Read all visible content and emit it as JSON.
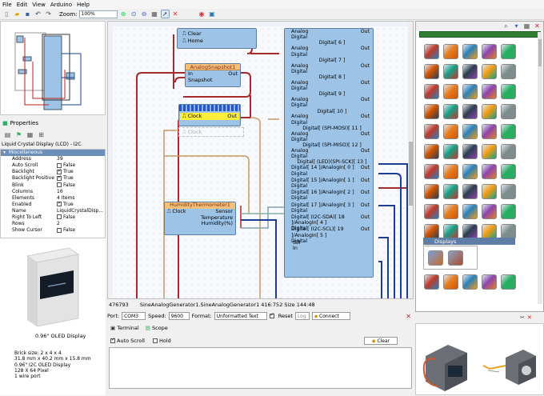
{
  "menu": [
    "File",
    "Edit",
    "View",
    "Arduino",
    "Help"
  ],
  "toolbar": {
    "zoom_label": "Zoom:",
    "zoom_value": "100%"
  },
  "properties": {
    "title": "Properties",
    "component": "Liquid Crystal Display (LCD) - I2C",
    "category": "Miscellaneous",
    "rows": [
      {
        "name": "Address",
        "value": "39",
        "check": null
      },
      {
        "name": "Auto Scroll",
        "value": "False",
        "check": false
      },
      {
        "name": "Backlight",
        "value": "True",
        "check": true
      },
      {
        "name": "Backlight Positive",
        "value": "True",
        "check": true
      },
      {
        "name": "Blink",
        "value": "False",
        "check": false
      },
      {
        "name": "Columns",
        "value": "16",
        "check": null
      },
      {
        "name": "Elements",
        "value": "4 Items",
        "check": null
      },
      {
        "name": "Enabled",
        "value": "True",
        "check": true
      },
      {
        "name": "Name",
        "value": "LiquidCrystalDisp...",
        "check": null
      },
      {
        "name": "Right To Left",
        "value": "False",
        "check": false
      },
      {
        "name": "Rows",
        "value": "2",
        "check": null
      },
      {
        "name": "Show Cursor",
        "value": "False",
        "check": false
      }
    ]
  },
  "preview": {
    "title": "0.96\" OLED Display",
    "specs": [
      "Brick size: 2 x 4 x 4",
      "31.8 mm x 40.2 mm x 15.8 mm",
      "0.96\" I2C OLED Display",
      "128 X 64 Pixel",
      "1 wire port"
    ]
  },
  "canvas": {
    "comp_top": {
      "pins": [
        "Clear",
        "Home"
      ]
    },
    "analog_snapshot": {
      "title": "AnalogSnapshot1",
      "in": "In",
      "out": "Out",
      "snapshot": "Snapshot"
    },
    "selected": {
      "clock": "Clock",
      "out": "Out"
    },
    "ghost_clock": "Clock",
    "humidity": {
      "title": "HumidityThermometer1",
      "clock": "Clock",
      "sensor": "Sensor",
      "temperature": "Temperature",
      "humidity": "Humidity(%)"
    },
    "arduino_pins": [
      "Digital[ 6 ]",
      "Digital[ 7 ]",
      "Digital[ 8 ]",
      "Digital[ 9 ]",
      "Digital[ 10 ]",
      "Digital[ (SPI-MOSI)[ 11 ]",
      "Digital[ (SPI-MISO)[ 12 ]",
      "Digital[ (LED)(SPI-SCK)[ 13 ]",
      "Digital[ 14 ]/AnalogIn[ 0 ]",
      "Digital[ 15 ]/AnalogIn[ 1 ]",
      "Digital[ 16 ]/AnalogIn[ 2 ]",
      "Digital[ 17 ]/AnalogIn[ 3 ]",
      "Digital[ (I2C-SDA)[ 18 ]/AnalogIn[ 4 ]",
      "Digital[ (I2C-SCL)[ 19 ]/AnalogIn[ 5 ]"
    ],
    "pin_labels": {
      "analog": "Analog",
      "digital": "Digital",
      "out": "Out",
      "spi": "SPI",
      "in": "In"
    }
  },
  "status": {
    "coords": "476793",
    "info": "SineAnalogGenerator1.SineAnalogGenerator1 416:752 Size 144:48"
  },
  "serial": {
    "port_label": "Port:",
    "port": "COM3",
    "speed_label": "Speed:",
    "speed": "9600",
    "format_label": "Format:",
    "format": "Unformatted Text",
    "reset": "Reset",
    "log": "Log",
    "connect": "Connect",
    "tabs": [
      "Terminal",
      "Scope"
    ],
    "auto_scroll": "Auto Scroll",
    "hold": "Hold",
    "clear": "Clear"
  },
  "palette": {
    "displays_label": "Displays"
  },
  "colors": {
    "canvas_bg": "#f7f9fc",
    "component_blue": "#9dc3e6",
    "wire_red": "#b22222",
    "wire_blue": "#1c3f95",
    "selection_yellow": "#ffef3a"
  }
}
